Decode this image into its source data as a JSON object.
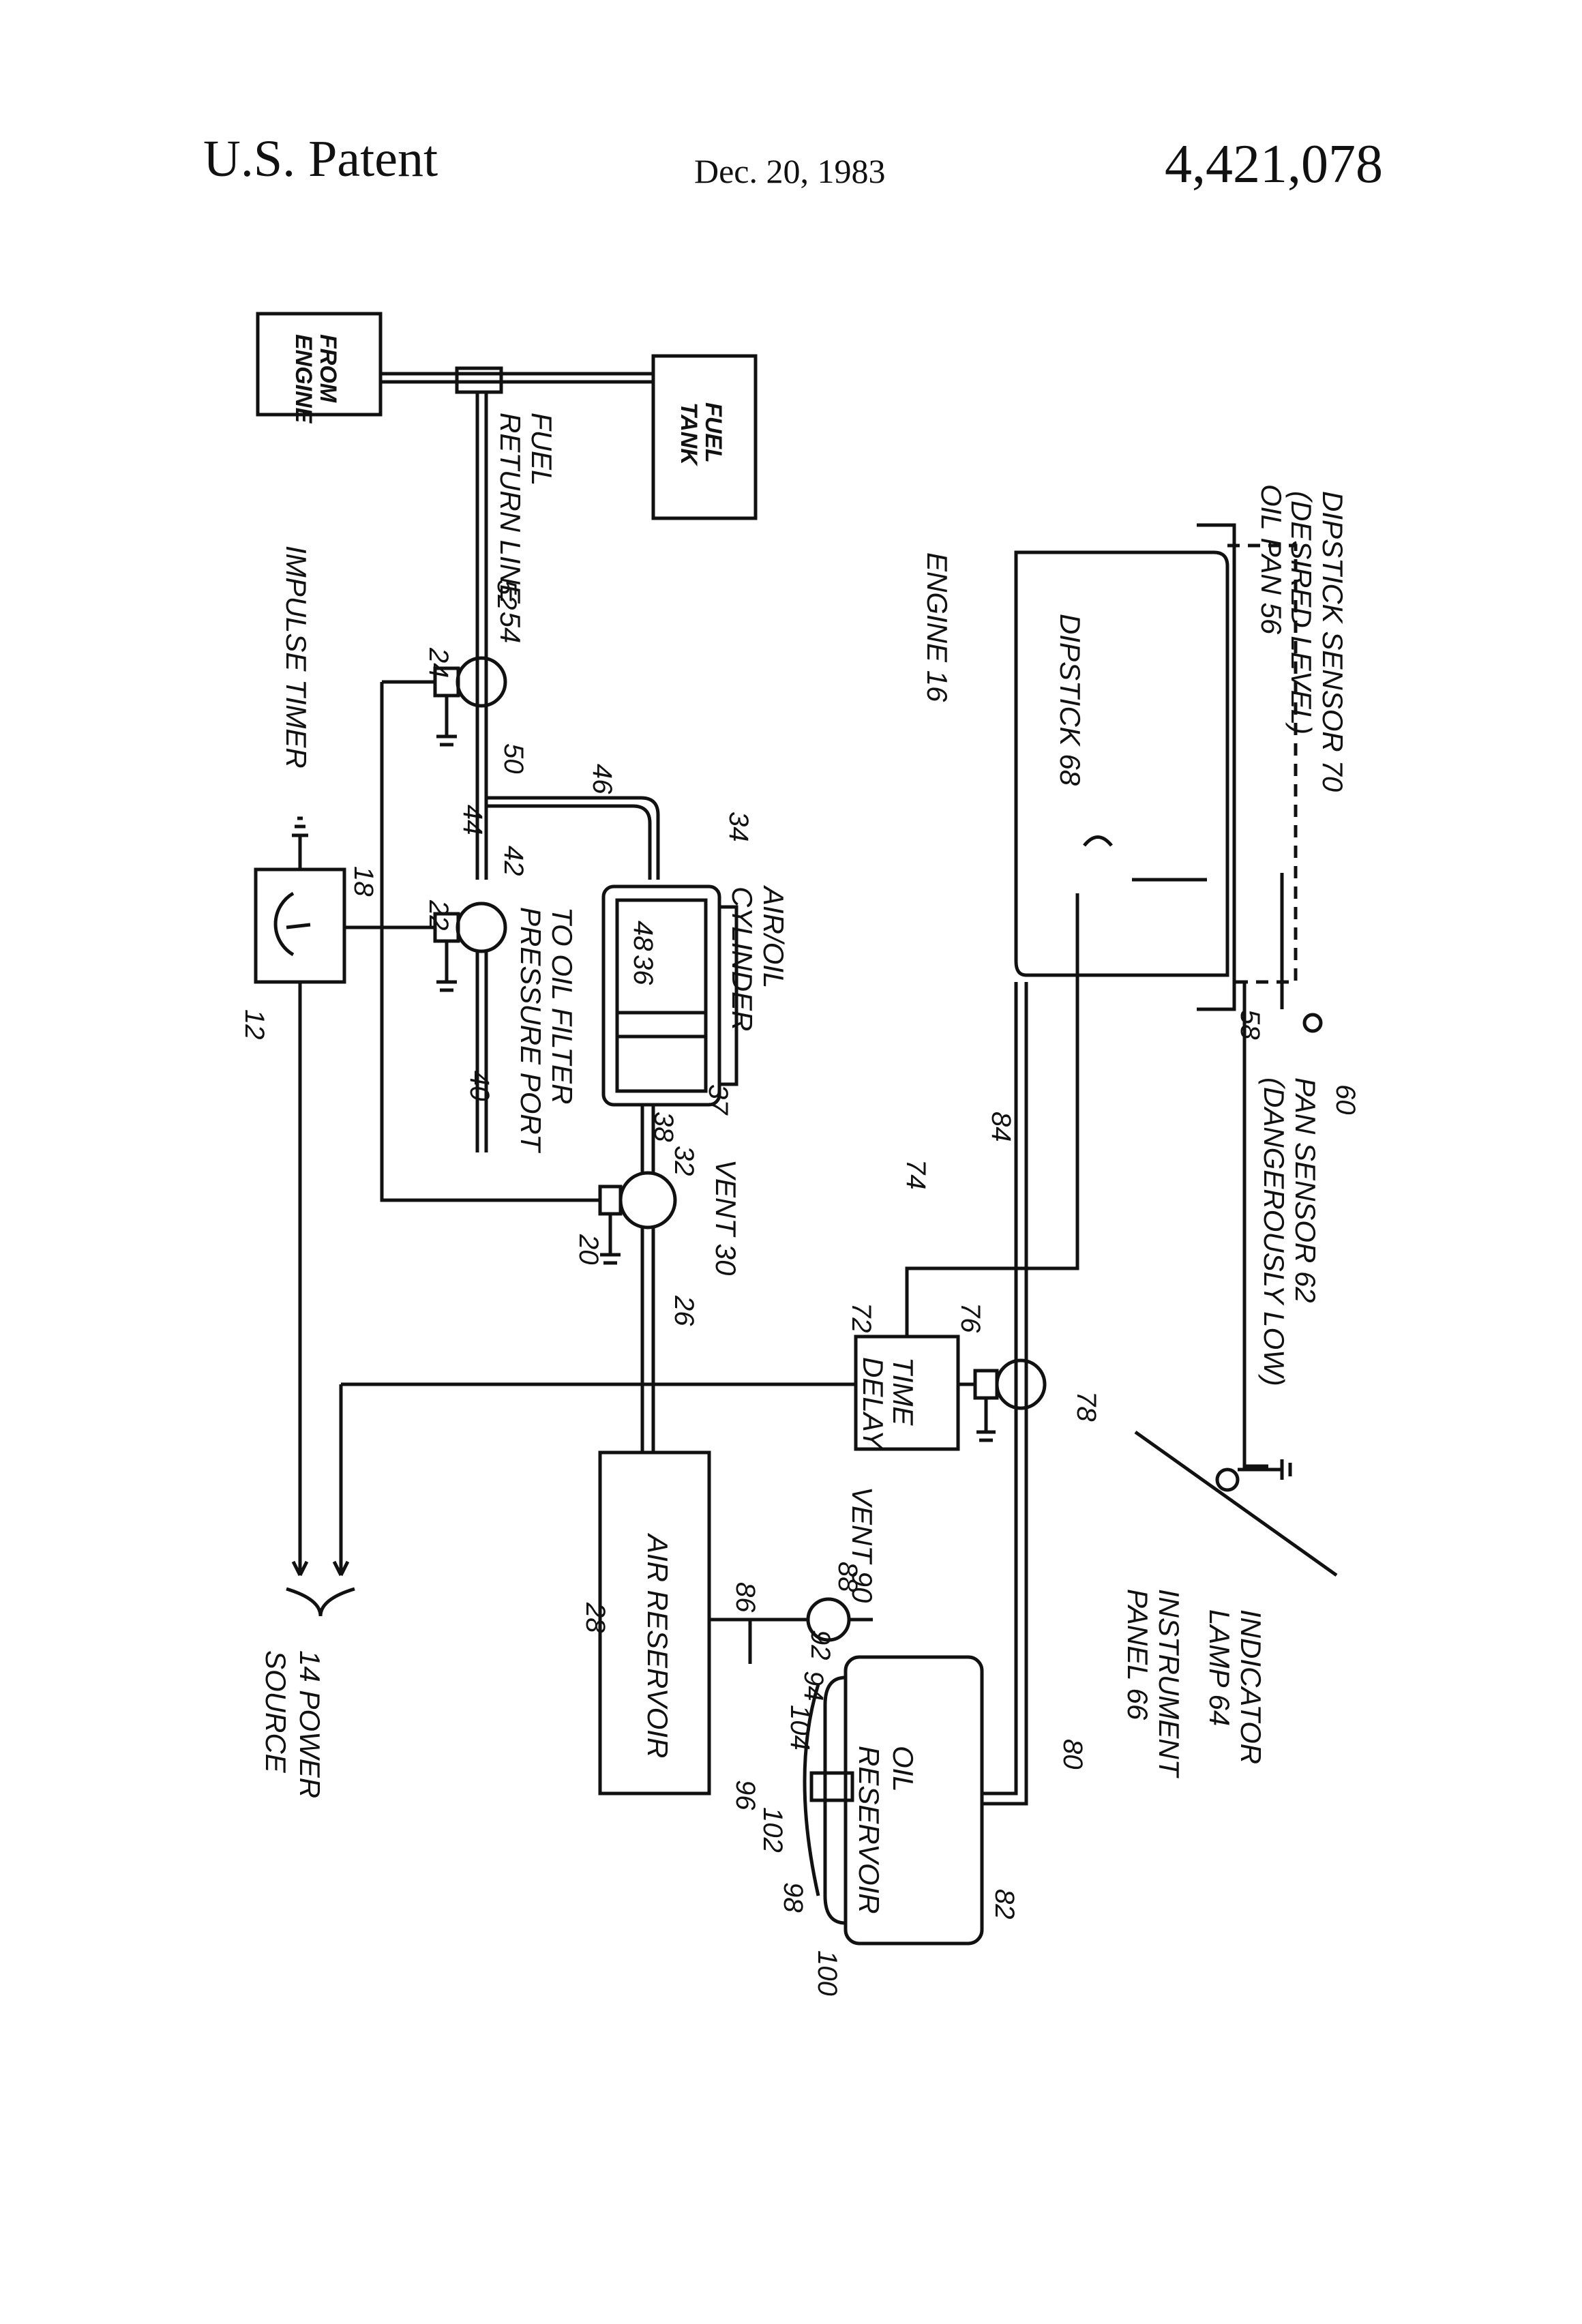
{
  "header": {
    "left": "U.S. Patent",
    "date": "Dec. 20, 1983",
    "number": "4,421,078"
  },
  "labels": {
    "from_engine": [
      "FROM",
      "ENGINE"
    ],
    "fuel_tank": [
      "FUEL",
      "TANK"
    ],
    "fuel_return": [
      "FUEL",
      "RETURN LINE 54"
    ],
    "impulse_timer": "IMPULSE TIMER",
    "engine": "ENGINE 16",
    "oil_pan": "OIL PAN 56",
    "dipstick_sensor": [
      "DIPSTICK SENSOR 70",
      "(DESIRED LEVEL)"
    ],
    "dipstick": "DIPSTICK 68",
    "air_oil_cylinder": [
      "AIR/OIL",
      "CYLINDER"
    ],
    "oil_filter_port": [
      "TO OIL FILTER",
      "PRESSURE PORT"
    ],
    "vent30": "VENT 30",
    "pan_sensor": [
      "PAN SENSOR 62",
      "(DANGEROUSLY LOW)"
    ],
    "time_delay": [
      "TIME",
      "DELAY"
    ],
    "air_reservoir": "AIR RESERVOIR",
    "vent90": "VENT 90",
    "oil_reservoir": [
      "OIL",
      "RESERVOIR"
    ],
    "power_source": [
      "14  POWER",
      "SOURCE"
    ],
    "instrument_panel": [
      "INSTRUMENT",
      "PANEL 66"
    ],
    "indicator_lamp": [
      "INDICATOR",
      "LAMP 64"
    ]
  },
  "refs": {
    "r12": "12",
    "r18": "18",
    "r22": "22",
    "r24": "24",
    "r52": "52",
    "r50": "50",
    "r46": "46",
    "r44": "44",
    "r42": "42",
    "r40": "40",
    "r34": "34",
    "r36": "36",
    "r48": "48",
    "r38": "38",
    "r37": "37",
    "r32": "32",
    "r20": "20",
    "r26": "26",
    "r28": "28",
    "r72": "72",
    "r74": "74",
    "r76": "76",
    "r78": "78",
    "r84": "84",
    "r80": "80",
    "r82": "82",
    "r86": "86",
    "r88": "88",
    "r92": "92",
    "r94": "94",
    "r104": "104",
    "r96": "96",
    "r102": "102",
    "r98": "98",
    "r100": "100",
    "r58": "58",
    "r60": "60"
  }
}
